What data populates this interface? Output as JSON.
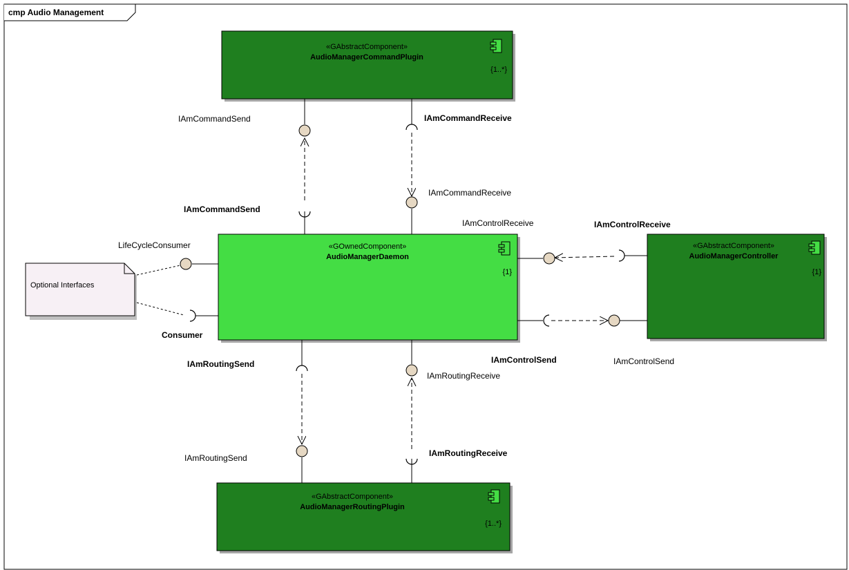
{
  "frame": {
    "title": "cmp Audio Management"
  },
  "components": {
    "command_plugin": {
      "stereotype": "«GAbstractComponent»",
      "name": "AudioManagerCommandPlugin",
      "multiplicity": "{1..*}"
    },
    "daemon": {
      "stereotype": "«GOwnedComponent»",
      "name": "AudioManagerDaemon",
      "multiplicity": "{1}"
    },
    "controller": {
      "stereotype": "«GAbstractComponent»",
      "name": "AudioManagerController",
      "multiplicity": "{1}"
    },
    "routing_plugin": {
      "stereotype": "«GAbstractComponent»",
      "name": "AudioManagerRoutingPlugin",
      "multiplicity": "{1..*}"
    }
  },
  "note": {
    "text": "Optional Interfaces"
  },
  "labels": {
    "cmd_send_top": "IAmCommandSend",
    "cmd_receive_top": "IAmCommandReceive",
    "cmd_receive_bottom": "IAmCommandReceive",
    "cmd_send_bottom": "IAmCommandSend",
    "control_receive_daemon": "IAmControlReceive",
    "control_receive_ctrl": "IAmControlReceive",
    "lifecycle_consumer": "LifeCycleConsumer",
    "consumer": "Consumer",
    "routing_send_daemon": "IAmRoutingSend",
    "routing_receive_daemon": "IAmRoutingReceive",
    "control_send_daemon": "IAmControlSend",
    "control_send_ctrl": "IAmControlSend",
    "routing_send_plugin": "IAmRoutingSend",
    "routing_receive_plugin": "IAmRoutingReceive"
  },
  "colors": {
    "abstract_component": "#1f7f1f",
    "owned_component": "#44dd44",
    "interface_ball": "#e6d8c3",
    "note_fill": "#f7f0f5"
  }
}
